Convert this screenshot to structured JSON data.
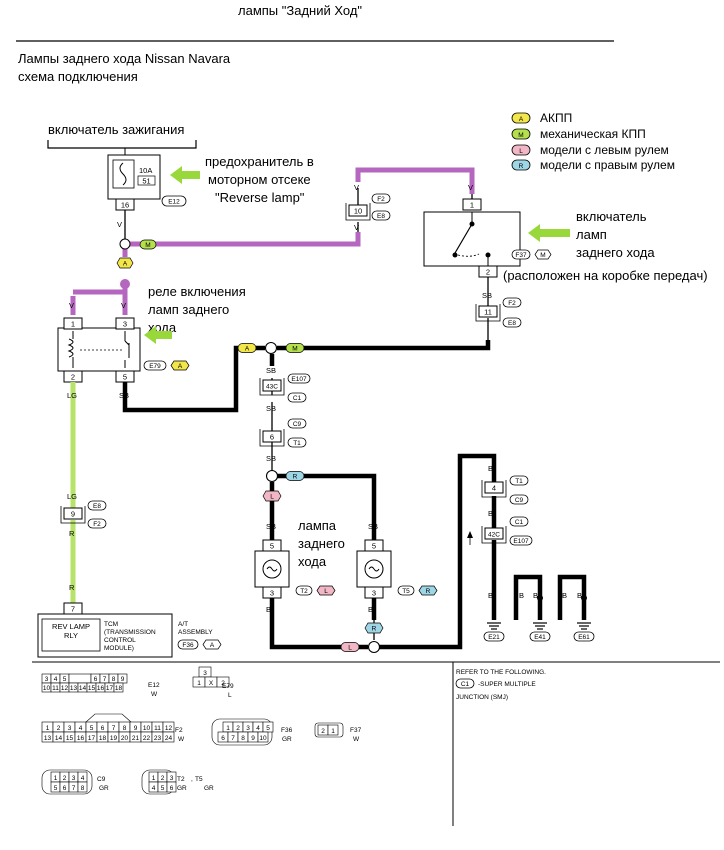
{
  "header": {
    "title": "лампы \"Задний Ход\"",
    "subtitle_line1": "Лампы заднего хода Nissan Navara",
    "subtitle_line2": "схема подключения"
  },
  "annotations": {
    "ignition_switch": "включатель зажигания",
    "fuse_line1": "предохранитель в",
    "fuse_line2": "моторном отсеке",
    "fuse_line3": "\"Reverse lamp\"",
    "switch_line1": "включатель",
    "switch_line2": "ламп",
    "switch_line3": "заднего хода",
    "switch_location": "(расположен на коробке передач)",
    "relay_line1": "реле включения",
    "relay_line2": "ламп заднего",
    "relay_line3": "хода",
    "lamp_line1": "лампа",
    "lamp_line2": "заднего",
    "lamp_line3": "хода"
  },
  "legend": [
    {
      "key": "A",
      "text": "АКПП",
      "color": "#f3e64a"
    },
    {
      "key": "M",
      "text": "механическая КПП",
      "color": "#b4e04e"
    },
    {
      "key": "L",
      "text": "модели с левым рулем",
      "color": "#f2b7c6"
    },
    {
      "key": "R",
      "text": "модели с правым рулем",
      "color": "#9fd6e6"
    }
  ],
  "colors": {
    "violet_wire": "#b566bf",
    "lg_wire": "#b7e36a",
    "black_wire": "#000000",
    "arrow": "#99d83a"
  },
  "fuse": {
    "rating": "10A",
    "number": "51",
    "pin": "16",
    "connector": "E12",
    "wire": "V"
  },
  "connectors": {
    "f2": "F2",
    "e8": "E8",
    "f37": "F37",
    "e79": "E79",
    "e107": "E107",
    "c1": "C1",
    "c9": "C9",
    "t1": "T1",
    "t2": "T2",
    "t5": "T5",
    "f36": "F36"
  },
  "pins": {
    "p10": "10",
    "p1": "1",
    "p2": "2",
    "p11": "11",
    "p3": "3",
    "p5": "5",
    "p9": "9",
    "p7": "7",
    "p43c": "43C",
    "p6": "6",
    "p4": "4",
    "p42c": "42C"
  },
  "wires": {
    "v": "V",
    "lg": "LG",
    "r": "R",
    "sb": "SB",
    "b": "B"
  },
  "grounds": [
    "E21",
    "E41",
    "E61"
  ],
  "tcm": {
    "label1": "REV LAMP",
    "label2": "RLY",
    "module1": "TCM",
    "module2": "(TRANSMISSION",
    "module3": "CONTROL",
    "module4": "MODULE)",
    "assembly1": "A/T",
    "assembly2": "ASSEMBLY"
  },
  "refer": {
    "line1": "REFER TO THE FOLLOWING.",
    "badge": "C1",
    "line2": "-SUPER MULTIPLE",
    "line3": "JUNCTION (SMJ)"
  },
  "bottom_connectors": {
    "e12_name": "E12",
    "e12_color": "W",
    "e79_name": "E79",
    "e79_color": "L",
    "f2_name": "F2",
    "f2_color": "W",
    "f36_name": "F36",
    "f36_color": "GR",
    "f37_name": "F37",
    "f37_color": "W",
    "c9_name": "C9",
    "c9_color": "GR",
    "t2_name": "T2",
    "t2_color": "GR",
    "t5_name": "T5",
    "t5_color": "GR"
  }
}
